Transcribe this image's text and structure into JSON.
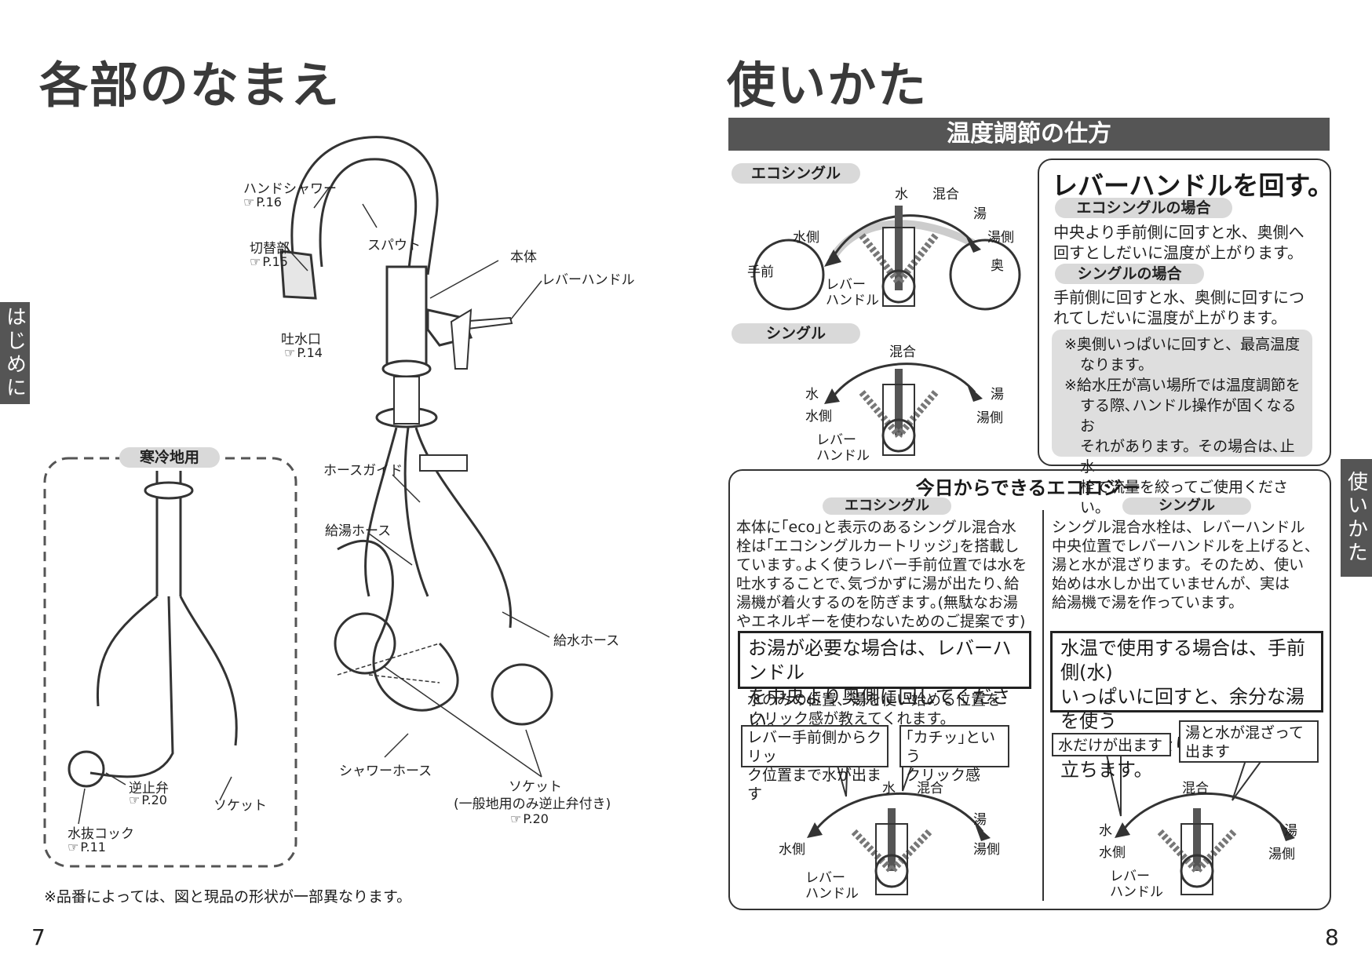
{
  "left": {
    "title": "各部のなまえ",
    "labels": {
      "hand_shower": "ハンドシャワー",
      "hand_shower_ref": "P.16",
      "switch": "切替部",
      "switch_ref": "P.15",
      "spout": "スパウト",
      "outlet": "吐水口",
      "outlet_ref": "P.14",
      "body": "本体",
      "lever_handle": "レバーハンドル",
      "hose_guide": "ホースガイド",
      "hot_hose": "給湯ホース",
      "cold_hose": "給水ホース",
      "shower_hose": "シャワーホース",
      "socket": "ソケット",
      "socket_note": "(一般地用のみ逆止弁付き)",
      "socket_ref": "P.20",
      "cold_region": "寒冷地用",
      "check_valve": "逆止弁",
      "check_valve_ref": "P.20",
      "socket2": "ソケット",
      "drain_cock": "水抜コック",
      "drain_cock_ref": "P.11"
    },
    "footnote": "※品番によっては、図と現品の形状が一部異なります。",
    "page_number": "7",
    "side_tab": "はじめに"
  },
  "right": {
    "title": "使いかた",
    "section_bar": "温度調節の仕方",
    "side_tab": "使いかた",
    "page_number": "8",
    "eco_single_pill": "エコシングル",
    "single_pill": "シングル",
    "dial1": {
      "water": "水",
      "mix": "混合",
      "hot": "湯",
      "water_side": "水側",
      "hot_side": "湯側",
      "front": "手前",
      "back": "奥",
      "lever": "レバー",
      "handle": "ハンドル"
    },
    "dial2": {
      "mix": "混合",
      "water": "水",
      "hot": "湯",
      "water_side": "水側",
      "hot_side": "湯側",
      "lever": "レバー",
      "handle": "ハンドル"
    },
    "howto": {
      "heading": "レバーハンドルを回す。",
      "eco_pill": "エコシングルの場合",
      "eco_text_1": "中央より手前側に回すと水、奥側へ",
      "eco_text_2": "回すとしだいに温度が上がります。",
      "single_pill": "シングルの場合",
      "single_text_1": "手前側に回すと水、奥側に回すにつ",
      "single_text_2": "れてしだいに温度が上がります。",
      "note1_a": "※奥側いっぱいに回すと、最高温度",
      "note1_b": "なります。",
      "note2_a": "※給水圧が高い場所では温度調節を",
      "note2_b": "する際､ハンドル操作が固くなるお",
      "note2_c": "それがあります。その場合は､止水",
      "note2_d": "栓で流量を絞ってご使用ください。"
    },
    "ecology": {
      "heading": "今日からできるエコロジー",
      "eco_pill": "エコシングル",
      "single_pill": "シングル",
      "eco_text": [
        "本体に｢eco｣と表示のあるシングル混合水",
        "栓は｢エコシングルカートリッジ｣を搭載し",
        "ています｡よく使うレバー手前位置では水を",
        "吐水することで､気づかずに湯が出たり､給",
        "湯機が着火するのを防ぎます｡(無駄なお湯",
        "やエネルギーを使わないためのご提案です)"
      ],
      "single_text": [
        "シングル混合水栓は、レバーハンドル",
        "中央位置でレバーハンドルを上げると、",
        "湯と水が混ざります。そのため、使い",
        "始めは水しか出ていませんが、実は",
        "給湯機で湯を作っています。"
      ],
      "eco_framed_1": "お湯が必要な場合は、レバーハンドル",
      "eco_framed_2": "を中央より奥側に回してください。",
      "single_framed_1": "水温で使用する場合は、手前側(水)",
      "single_framed_2": "いっぱいに回すと、余分な湯を使う",
      "single_framed_3": "ことがなくなり､省エネに役立ちます。",
      "click_text_1": "水のみの位置、湯を使い始める位置を",
      "click_text_2": "クリック感が教えてくれます。",
      "callout_a_1": "レバー手前側からクリッ",
      "callout_a_2": "ク位置まで水が出ます",
      "callout_b_1": "｢カチッ｣という",
      "callout_b_2": "クリック感",
      "callout_c": "水だけが出ます",
      "callout_d_1": "湯と水が混ざって",
      "callout_d_2": "出ます",
      "dial3": {
        "water": "水",
        "mix": "混合",
        "hot": "湯",
        "water_side": "水側",
        "hot_side": "湯側",
        "lever": "レバー",
        "handle": "ハンドル"
      },
      "dial4": {
        "mix": "混合",
        "water": "水",
        "hot": "湯",
        "water_side": "水側",
        "hot_side": "湯側",
        "lever": "レバー",
        "handle": "ハンドル"
      }
    }
  }
}
